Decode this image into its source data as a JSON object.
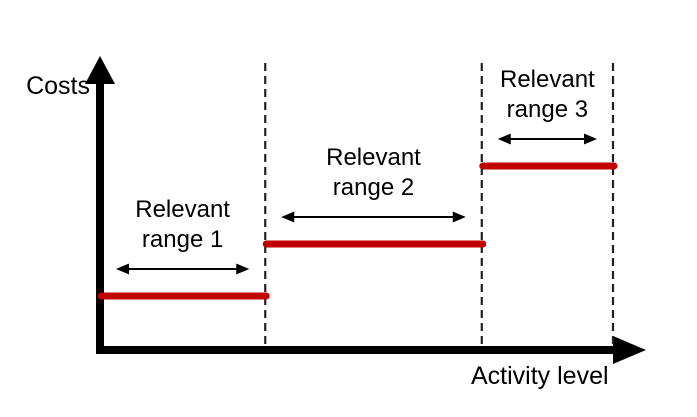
{
  "chart_data": {
    "type": "line",
    "subtype": "step-cost-function",
    "title": "",
    "xlabel": "Activity level",
    "ylabel": "Costs",
    "x_axis_quantitative": false,
    "y_axis_quantitative": false,
    "grid": false,
    "legend": false,
    "line_color": "#c00000",
    "axis_color": "#000000",
    "boundary_line_color": "#222222",
    "annotation_style": {
      "range_boundaries": "dashed-vertical-lines",
      "range_extent_marker": "double-headed-arrow"
    },
    "segments": [
      {
        "label": "Relevant range 1",
        "x_start": 0.0,
        "x_end": 0.306,
        "cost_level": 0.185
      },
      {
        "label": "Relevant range 2",
        "x_start": 0.306,
        "x_end": 0.707,
        "cost_level": 0.363
      },
      {
        "label": "Relevant range 3",
        "x_start": 0.707,
        "x_end": 0.95,
        "cost_level": 0.63
      }
    ]
  }
}
